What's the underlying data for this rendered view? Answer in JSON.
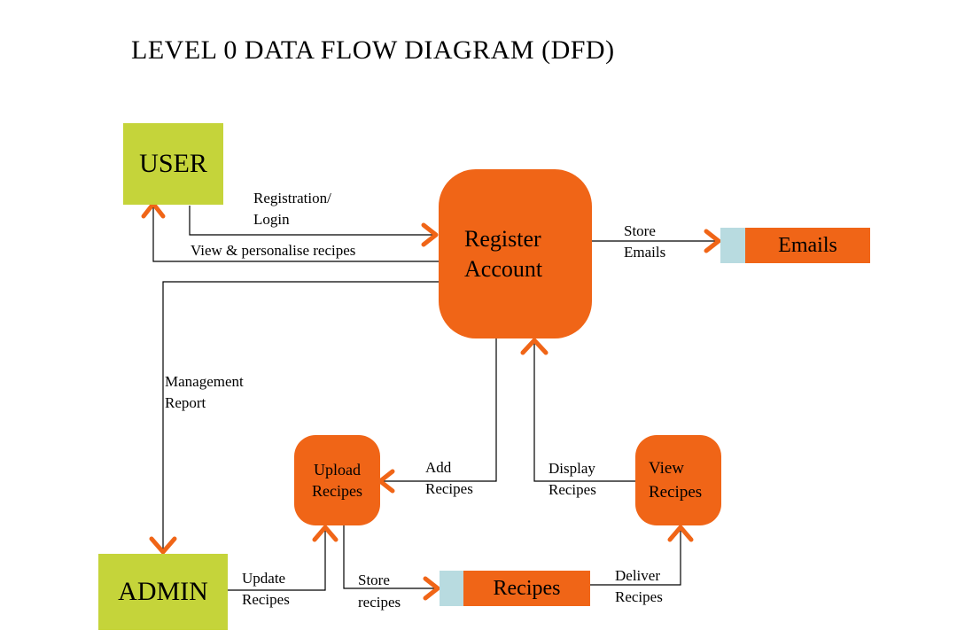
{
  "title": "LEVEL 0 DATA FLOW DIAGRAM (DFD)",
  "entities": {
    "user": "USER",
    "admin": "ADMIN"
  },
  "processes": {
    "register_account": [
      "Register",
      "Account"
    ],
    "upload_recipes": [
      "Upload",
      "Recipes"
    ],
    "view_recipes": [
      "View",
      "Recipes"
    ]
  },
  "data_stores": {
    "emails": "Emails",
    "recipes": "Recipes"
  },
  "flows": {
    "registration_login": [
      "Registration/",
      "Login"
    ],
    "view_personalise": "View & personalise recipes",
    "store_emails": [
      "Store",
      "Emails"
    ],
    "management_report": [
      "Management",
      "Report"
    ],
    "add_recipes": [
      "Add",
      "Recipes"
    ],
    "display_recipes": [
      "Display",
      "Recipes"
    ],
    "update_recipes": [
      "Update",
      "Recipes"
    ],
    "store_recipes": [
      "Store",
      "recipes"
    ],
    "deliver_recipes": [
      "Deliver",
      "Recipes"
    ]
  },
  "colors": {
    "entity": "#c5d43a",
    "process": "#f06517",
    "store_id": "#b8dbe0",
    "arrowhead": "#f06517"
  }
}
